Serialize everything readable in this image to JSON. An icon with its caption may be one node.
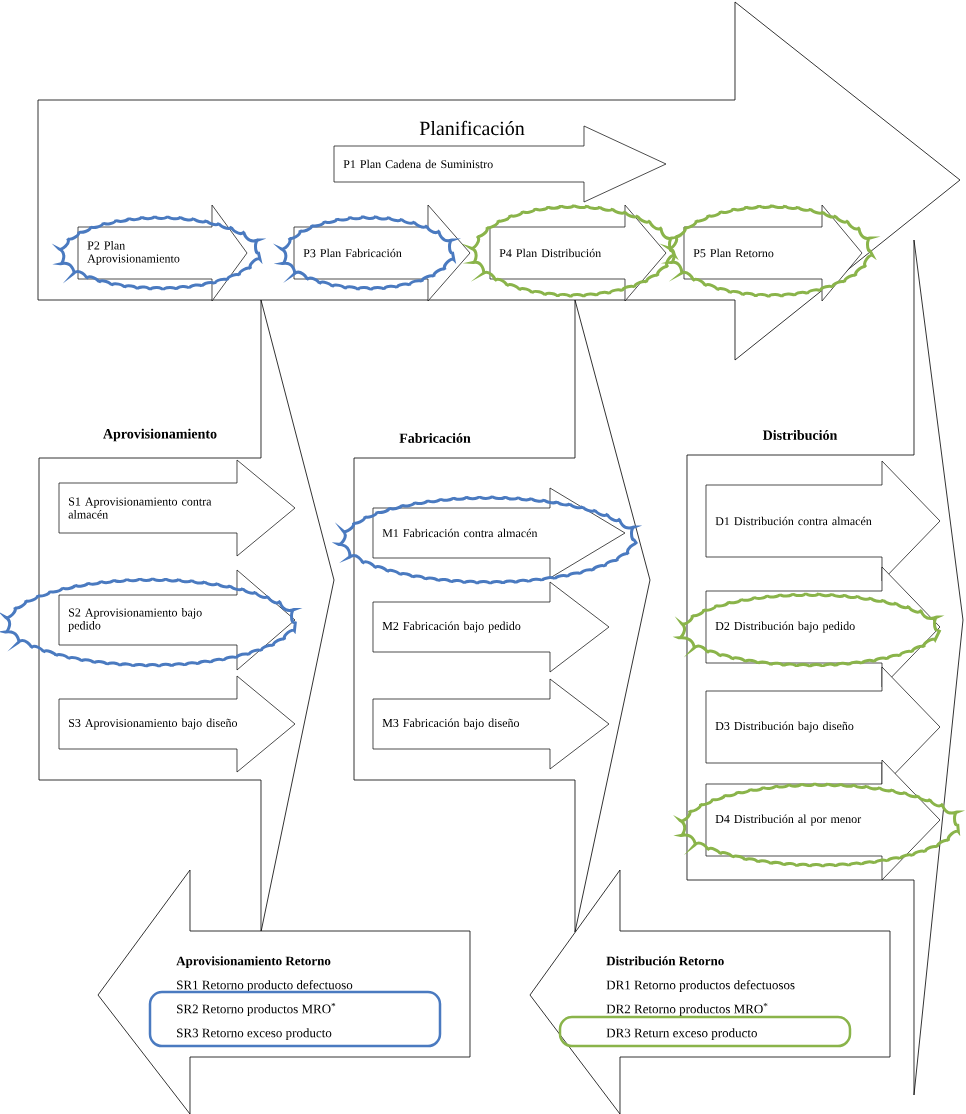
{
  "diagram": {
    "nodes": [
      {
        "text": [
          "Planificación"
        ]
      },
      {
        "text": [
          "P1 Plan Cadena de Suministro"
        ],
        "in": 0
      },
      {
        "text": [
          "P2 Plan Aprovisionamiento"
        ],
        "in": 0
      },
      {
        "text": [
          "P3 Plan Fabricación"
        ],
        "in": 0
      },
      {
        "text": [
          "P4 Plan Distribución"
        ],
        "in": 0
      },
      {
        "text": [
          "P5 Plan Retorno"
        ],
        "in": 0
      },
      {
        "text": [
          "Aprovisionamiento"
        ]
      },
      {
        "text": [
          "S1 Aprovisionamiento contra almacén"
        ],
        "in": 6
      },
      {
        "text": [
          "S2 Aprovisionamiento bajo pedido"
        ],
        "in": 6
      },
      {
        "text": [
          "S3 Aprovisionamiento bajo diseño"
        ],
        "in": 6
      },
      {
        "text": [
          "Fabricación"
        ]
      },
      {
        "text": [
          "M1 Fabricación contra almacén"
        ],
        "in": 10
      },
      {
        "text": [
          "M2 Fabricación bajo pedido"
        ],
        "in": 10
      },
      {
        "text": [
          "M3 Fabricación bajo diseño"
        ],
        "in": 10
      },
      {
        "text": [
          "Distribución"
        ]
      },
      {
        "text": [
          "D1 Distribución contra almacén"
        ],
        "in": 14
      },
      {
        "text": [
          "D2 Distribución bajo pedido"
        ],
        "in": 14
      },
      {
        "text": [
          "D3 Distribución bajo diseño"
        ],
        "in": 14
      },
      {
        "text": [
          "D4 Distribución al por menor"
        ],
        "in": 14
      },
      {
        "text": [
          "Aprovisionamiento Retorno",
          "SR1 Retorno producto defectuoso",
          "SR2 Retorno productos MRO$^{*}$",
          "SR3 Retorno exceso producto"
        ]
      },
      {
        "text": [
          "Distribución Retorno",
          "DR1 Retorno productos defectuosos",
          "DR2 Retorno productos MRO$^{*}$",
          "DR3 Return exceso producto"
        ]
      }
    ]
  }
}
